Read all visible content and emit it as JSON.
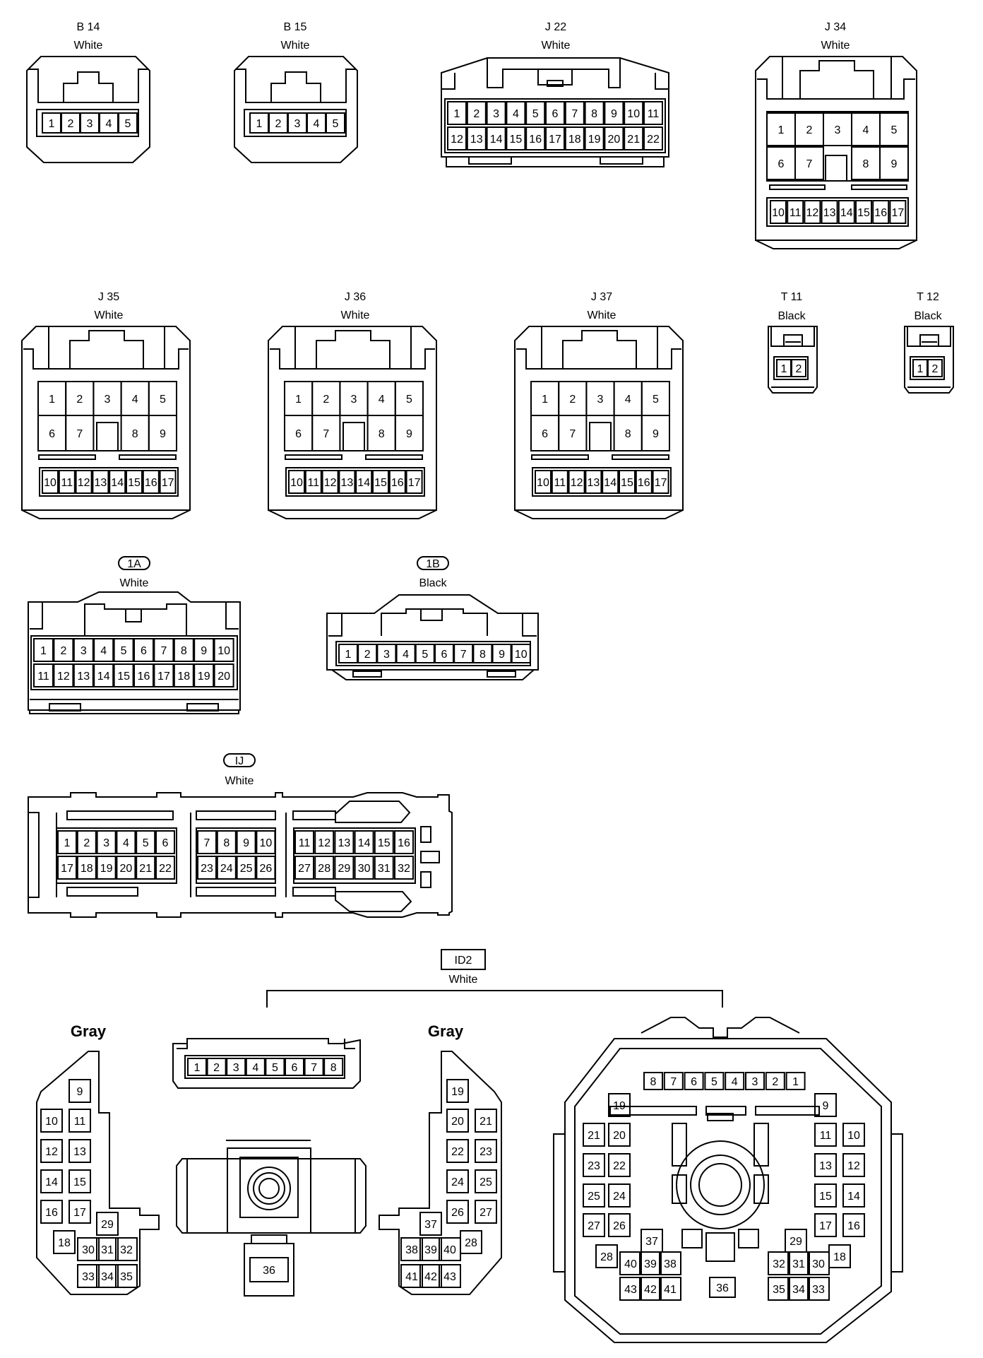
{
  "connectors": {
    "b14": {
      "code": "B 14",
      "color": "White",
      "pins": [
        "1",
        "2",
        "3",
        "4",
        "5"
      ]
    },
    "b15": {
      "code": "B 15",
      "color": "White",
      "pins": [
        "1",
        "2",
        "3",
        "4",
        "5"
      ]
    },
    "j22": {
      "code": "J 22",
      "color": "White",
      "pins_top": [
        "1",
        "2",
        "3",
        "4",
        "5",
        "6",
        "7",
        "8",
        "9",
        "10",
        "11"
      ],
      "pins_bottom": [
        "12",
        "13",
        "14",
        "15",
        "16",
        "17",
        "18",
        "19",
        "20",
        "21",
        "22"
      ]
    },
    "j34": {
      "code": "J 34",
      "color": "White",
      "row1": [
        "1",
        "2",
        "3",
        "4",
        "5"
      ],
      "row2": [
        "6",
        "7",
        "8",
        "9"
      ],
      "row3": [
        "10",
        "11",
        "12",
        "13",
        "14",
        "15",
        "16",
        "17"
      ]
    },
    "j35": {
      "code": "J 35",
      "color": "White",
      "row1": [
        "1",
        "2",
        "3",
        "4",
        "5"
      ],
      "row2": [
        "6",
        "7",
        "8",
        "9"
      ],
      "row3": [
        "10",
        "11",
        "12",
        "13",
        "14",
        "15",
        "16",
        "17"
      ]
    },
    "j36": {
      "code": "J 36",
      "color": "White",
      "row1": [
        "1",
        "2",
        "3",
        "4",
        "5"
      ],
      "row2": [
        "6",
        "7",
        "8",
        "9"
      ],
      "row3": [
        "10",
        "11",
        "12",
        "13",
        "14",
        "15",
        "16",
        "17"
      ]
    },
    "j37": {
      "code": "J 37",
      "color": "White",
      "row1": [
        "1",
        "2",
        "3",
        "4",
        "5"
      ],
      "row2": [
        "6",
        "7",
        "8",
        "9"
      ],
      "row3": [
        "10",
        "11",
        "12",
        "13",
        "14",
        "15",
        "16",
        "17"
      ]
    },
    "t11": {
      "code": "T 11",
      "color": "Black",
      "pins": [
        "1",
        "2"
      ]
    },
    "t12": {
      "code": "T 12",
      "color": "Black",
      "pins": [
        "1",
        "2"
      ]
    },
    "c1a": {
      "code": "1A",
      "color": "White",
      "pins_top": [
        "1",
        "2",
        "3",
        "4",
        "5",
        "6",
        "7",
        "8",
        "9",
        "10"
      ],
      "pins_bottom": [
        "11",
        "12",
        "13",
        "14",
        "15",
        "16",
        "17",
        "18",
        "19",
        "20"
      ]
    },
    "c1b": {
      "code": "1B",
      "color": "Black",
      "pins": [
        "1",
        "2",
        "3",
        "4",
        "5",
        "6",
        "7",
        "8",
        "9",
        "10"
      ]
    },
    "cij": {
      "code": "IJ",
      "color": "White",
      "g1_top": [
        "1",
        "2",
        "3",
        "4",
        "5",
        "6"
      ],
      "g1_bottom": [
        "17",
        "18",
        "19",
        "20",
        "21",
        "22"
      ],
      "g2_top": [
        "7",
        "8",
        "9",
        "10"
      ],
      "g2_bottom": [
        "23",
        "24",
        "25",
        "26"
      ],
      "g3_top": [
        "11",
        "12",
        "13",
        "14",
        "15",
        "16"
      ],
      "g3_bottom": [
        "27",
        "28",
        "29",
        "30",
        "31",
        "32"
      ]
    },
    "id2": {
      "code": "ID2",
      "color": "White",
      "sub_label": "Gray",
      "small_pins": [
        "1",
        "2",
        "3",
        "4",
        "5",
        "6",
        "7",
        "8"
      ],
      "pin_36": "36",
      "left_gray": [
        "9",
        "10",
        "11",
        "12",
        "13",
        "14",
        "15",
        "16",
        "17",
        "18",
        "29",
        "30",
        "31",
        "32",
        "33",
        "34",
        "35"
      ],
      "right_gray": [
        "19",
        "20",
        "21",
        "22",
        "23",
        "24",
        "25",
        "26",
        "27",
        "28",
        "37",
        "38",
        "39",
        "40",
        "41",
        "42",
        "43"
      ],
      "big_top": [
        "8",
        "7",
        "6",
        "5",
        "4",
        "3",
        "2",
        "1"
      ],
      "big_left": [
        "19",
        "21",
        "20",
        "23",
        "22",
        "25",
        "24",
        "27",
        "26",
        "28",
        "37",
        "40",
        "39",
        "38",
        "43",
        "42",
        "41"
      ],
      "big_right": [
        "9",
        "11",
        "10",
        "13",
        "12",
        "15",
        "14",
        "17",
        "16",
        "18",
        "29",
        "32",
        "31",
        "30",
        "35",
        "34",
        "33"
      ],
      "big_center": "36"
    }
  }
}
